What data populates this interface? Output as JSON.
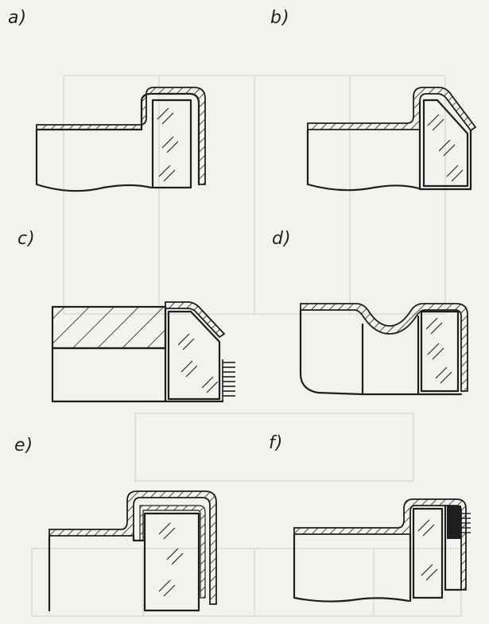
{
  "figure": {
    "panels": [
      {
        "id": "a",
        "label": "a)"
      },
      {
        "id": "b",
        "label": "b)"
      },
      {
        "id": "c",
        "label": "c)"
      },
      {
        "id": "d",
        "label": "d)"
      },
      {
        "id": "e",
        "label": "e)"
      },
      {
        "id": "f",
        "label": "f)"
      }
    ]
  },
  "colors": {
    "paper": "#f2f2ee",
    "ink": "#1e1e1e",
    "show_through": "#d9d9d4"
  }
}
